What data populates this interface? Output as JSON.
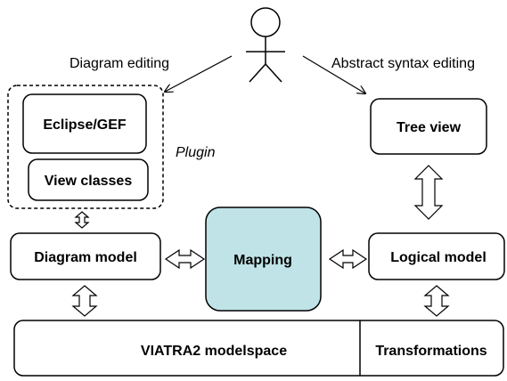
{
  "labels": {
    "diagram_editing": "Diagram editing",
    "abstract_syntax_editing": "Abstract syntax editing",
    "plugin": "Plugin"
  },
  "boxes": {
    "eclipse_gef": "Eclipse/GEF",
    "view_classes": "View classes",
    "tree_view": "Tree view",
    "diagram_model": "Diagram model",
    "mapping": "Mapping",
    "logical_model": "Logical model",
    "modelspace": "VIATRA2 modelspace",
    "transformations": "Transformations"
  },
  "colors": {
    "mapping_fill": "#bfe3e6",
    "stroke": "#000000",
    "background": "#ffffff"
  },
  "icons": {
    "actor": "stick-figure-user-icon",
    "connector": "double-headed-arrow-icon"
  }
}
